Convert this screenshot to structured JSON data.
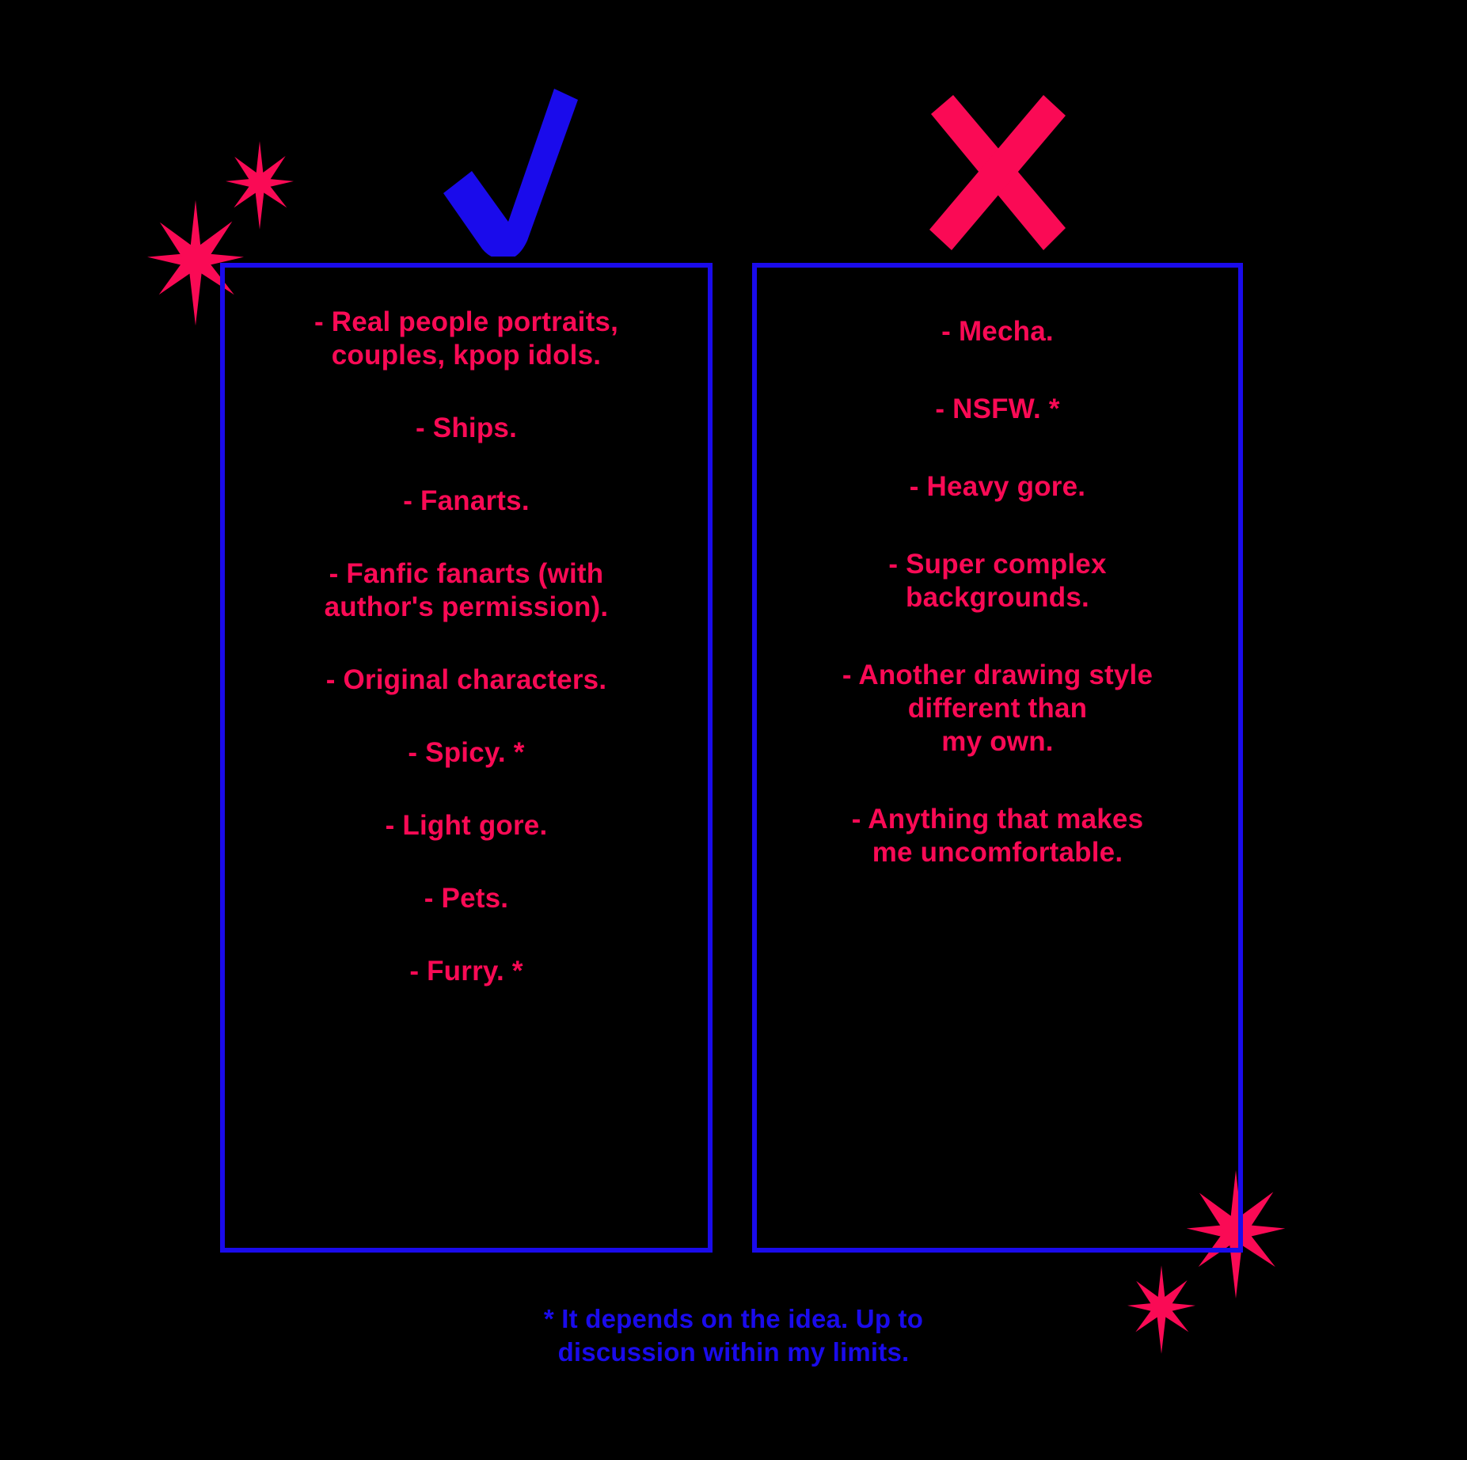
{
  "theme": {
    "background": "#000000",
    "accent_pink": "#FA0A55",
    "accent_blue": "#1A0BEB"
  },
  "icons": {
    "check": "checkmark-icon",
    "cross": "cross-icon",
    "sparkle": "sparkle-star-icon"
  },
  "yes_column": {
    "icon": "check",
    "items": [
      "- Real people portraits,\ncouples, kpop idols.",
      "- Ships.",
      "- Fanarts.",
      "- Fanfic fanarts (with\nauthor's permission).",
      "- Original characters.",
      "- Spicy. *",
      "- Light gore.",
      "- Pets.",
      "- Furry. *"
    ]
  },
  "no_column": {
    "icon": "cross",
    "items": [
      "- Mecha.",
      "- NSFW. *",
      "- Heavy gore.",
      "- Super complex\nbackgrounds.",
      "- Another drawing style\ndifferent than\nmy own.",
      "- Anything that makes\nme uncomfortable."
    ]
  },
  "footnote": "* It depends on the idea. Up to\ndiscussion within my limits."
}
